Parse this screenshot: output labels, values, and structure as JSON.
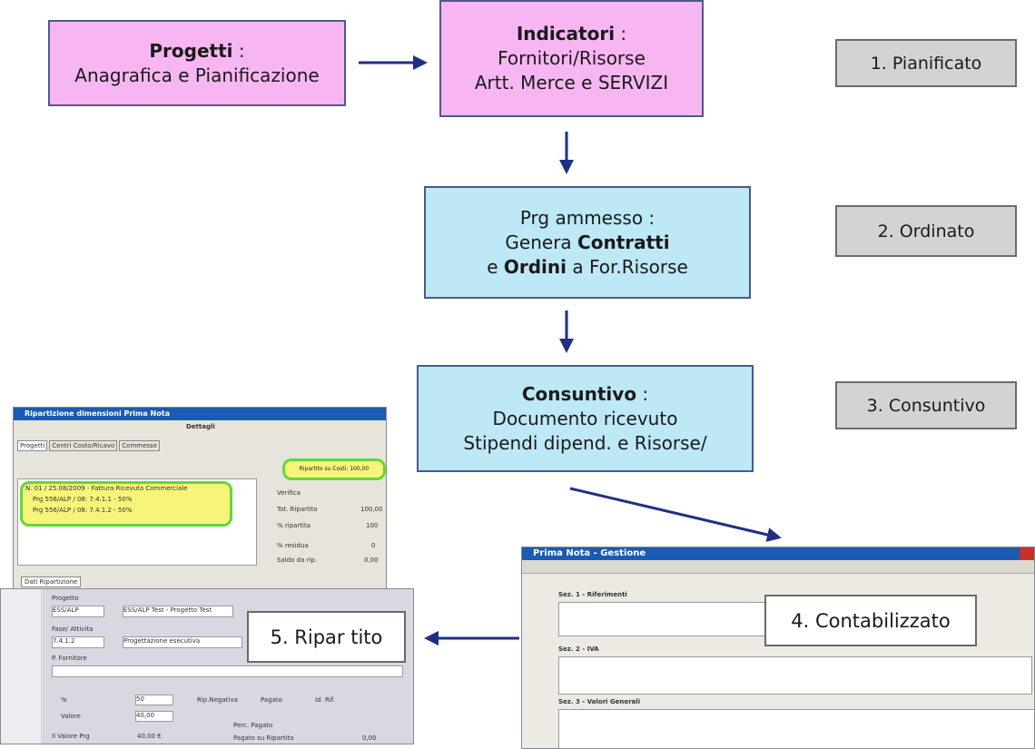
{
  "flow": {
    "progetti": {
      "title": "Progetti",
      "title_suffix": " :",
      "line1": "Anagrafica e Pianificazione"
    },
    "indicatori": {
      "title": "Indicatori",
      "title_suffix": " :",
      "line1": "Fornitori/Risorse",
      "line2": "Artt. Merce e SERVIZI"
    },
    "prg": {
      "line1": "Prg ammesso :",
      "line2_pre": "Genera ",
      "line2_bold": "Contratti",
      "line3_pre": "e ",
      "line3_bold": "Ordini",
      "line3_post": " a For.Risorse"
    },
    "consuntivo": {
      "title": "Consuntivo",
      "title_suffix": " :",
      "line1": "Documento ricevuto",
      "line2": "Stipendi dipend. e Risorse/"
    }
  },
  "stages": {
    "s1": "1. Pianificato",
    "s2": "2. Ordinato",
    "s3": "3. Consuntivo",
    "s4": "4. Contabilizzato",
    "s5": "5. Ripar tito"
  },
  "screens": {
    "ripartizione": {
      "title": "Ripartizione dimensioni Prima Nota",
      "header_label": "Dettagli",
      "tabs": [
        "Progetti",
        "Centri Costo/Ricavo",
        "Commesse"
      ],
      "highlight": "Ripartito su Costi: 100,00",
      "tree": [
        "N. 01 / 25.08/2009 - Fattura Ricevuta Commerciale",
        "Prg 556/ALP / 08: 7.4.1.1 - 50%",
        "Prg 556/ALP / 08: 7.4.1.2 - 50%"
      ],
      "verifica_label": "Verifica",
      "fields": [
        {
          "label": "Tot. Ripartito",
          "value": "100,00"
        },
        {
          "label": "% ripartita",
          "value": "100"
        },
        {
          "label": "% residua",
          "value": "0"
        },
        {
          "label": "Saldo da rip.",
          "value": "0,00"
        }
      ],
      "bottom_tab": "Dati Ripartizione"
    },
    "ripartito_form": {
      "progetto_label": "Progetto",
      "progetto_code": "ESS/ALP",
      "progetto_desc": "ESS/ALP Test - Progetto Test",
      "fase_label": "Fase/ Attivita",
      "fase_code": "7.4.1.2",
      "fase_desc": "Progettazione esecutiva",
      "fornitore_label": "P. Fornitore",
      "pct_label": "%",
      "pct_value": "50",
      "valore_label": "Valore",
      "valore_value": "40,00",
      "rip_negativa": "Rip.Negativa",
      "pagato": "Pagato",
      "ids_rif": "Id. Rif.",
      "perc_pagato": "Perc. Pagato",
      "pagato_su_ripartito": "Pagato su Ripartito",
      "pagato_value": "0,00",
      "valore_prg": "Il Valore Prg",
      "valore_prg_value": "40,00 €"
    },
    "prima_nota": {
      "title": "Prima Nota - Gestione",
      "section1": "Sez. 1 - Riferimenti",
      "section2": "Sez. 2 - IVA",
      "section3": "Sez. 3 - Valori Generali"
    }
  },
  "colors": {
    "pink": "#f7b6f1",
    "cyan": "#bde8f6",
    "arrow": "#1f2f86",
    "stage_bg": "#d3d3d6"
  }
}
